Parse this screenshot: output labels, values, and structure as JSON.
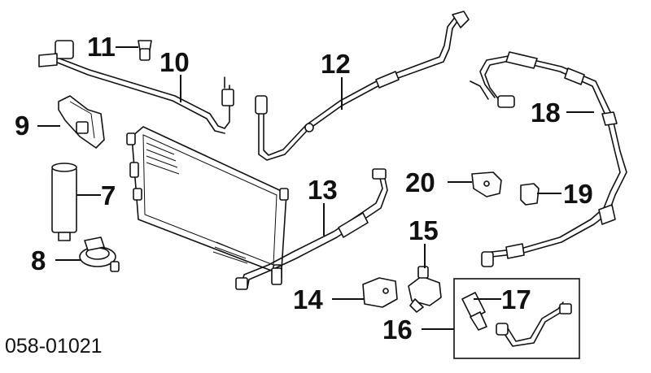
{
  "diagram": {
    "callouts": {
      "p7": "7",
      "p8": "8",
      "p9": "9",
      "p10": "10",
      "p11": "11",
      "p12": "12",
      "p13": "13",
      "p14": "14",
      "p15": "15",
      "p16": "16",
      "p17": "17",
      "p18": "18",
      "p19": "19",
      "p20": "20"
    },
    "reference_code": "058-01021"
  }
}
